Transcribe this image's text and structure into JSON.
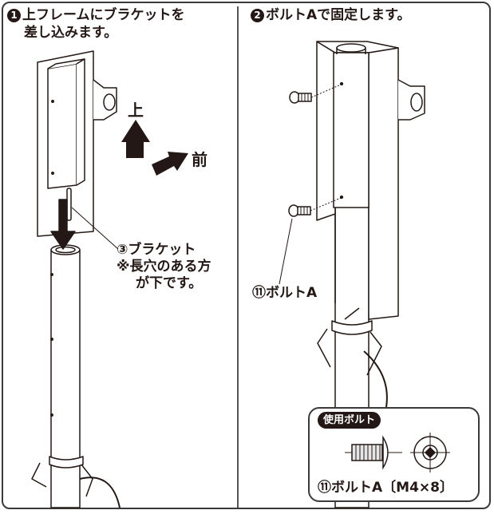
{
  "step1": {
    "num": "1",
    "line1": "上フレームにブラケットを",
    "line2": "差し込みます。"
  },
  "step2": {
    "num": "2",
    "text": "ボルトAで固定します。"
  },
  "dir_up": "上",
  "dir_front": "前",
  "bracket_label": {
    "line1": "③ブラケット",
    "line2": "※長穴のある方",
    "line3": "が下です。"
  },
  "bolt_label": "⑪ボルトA",
  "spec": {
    "badge": "使用ボルト",
    "label": "⑪ボルトA〔M4×8〕"
  }
}
